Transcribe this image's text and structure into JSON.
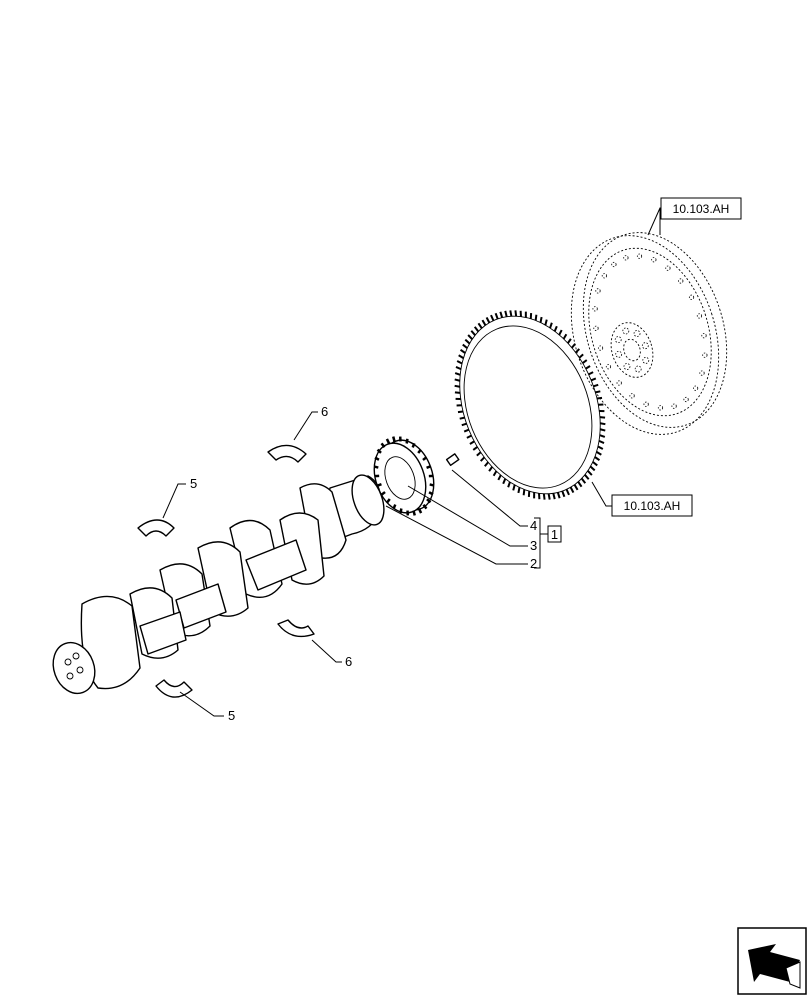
{
  "callouts": {
    "flywheel_ref": "10.103.AH",
    "ring_gear_ref": "10.103.AH",
    "item_4": "4",
    "item_3": "3",
    "item_2": "2",
    "group_1": "1",
    "bearing_5_top": "5",
    "bearing_5_bottom": "5",
    "thrust_6_top": "6",
    "thrust_6_bottom": "6"
  },
  "icons": {
    "nav": "arrow-back-icon"
  }
}
